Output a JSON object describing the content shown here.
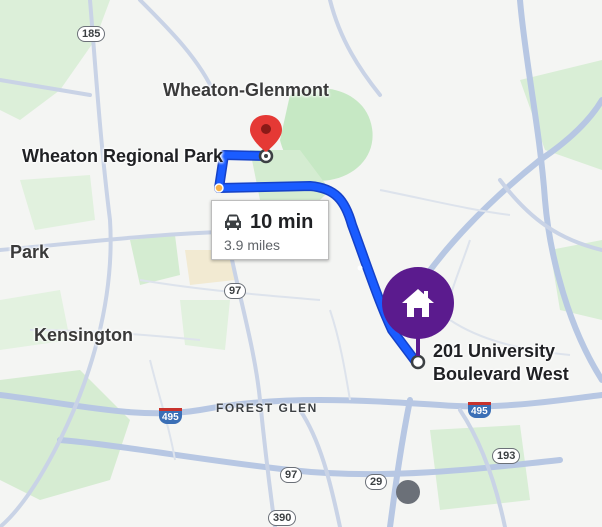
{
  "places": {
    "wheaton_glenmont": "Wheaton-Glenmont",
    "wheaton_regional_park": "Wheaton Regional Park",
    "park": "Park",
    "kensington": "Kensington",
    "forest_glen": "FOREST GLEN",
    "destination_line1": "201 University",
    "destination_line2": "Boulevard West"
  },
  "route": {
    "time": "10 min",
    "distance": "3.9 miles",
    "mode_icon": "car-icon"
  },
  "shields": {
    "r185": "185",
    "r97a": "97",
    "r97b": "97",
    "r29": "29",
    "r193": "193",
    "r390": "390",
    "i495a": "495",
    "i495b": "495"
  },
  "colors": {
    "route": "#1a4fe8",
    "marker_pin": "#e53935",
    "home_marker": "#5b1b8e",
    "park_green": "#c6e8c4",
    "road": "#b7c7e3"
  },
  "icons": {
    "destination_pin": "map-pin-icon",
    "home": "home-icon",
    "waypoint": "circle-marker-icon"
  }
}
